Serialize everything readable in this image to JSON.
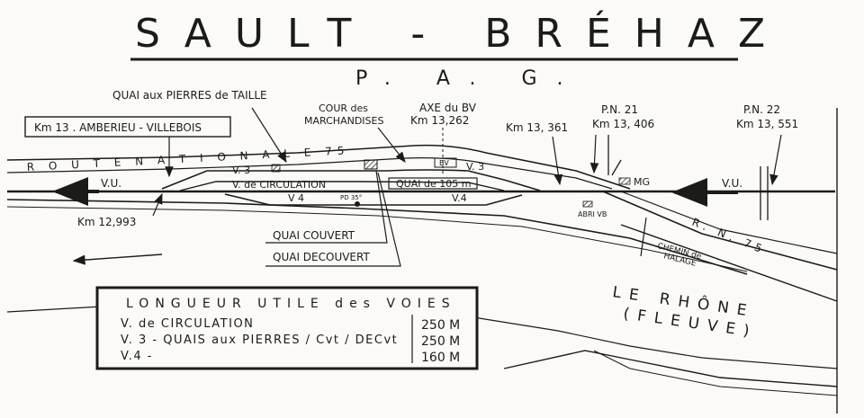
{
  "title": "SAULT - BRÉHAZ",
  "subtitle": "P. A. G.",
  "labels": {
    "quai_pierres": "QUAI aux PIERRES de TAILLE",
    "km13_amberieu": "Km 13 . AMBERIEU - VILLEBOIS",
    "cour_line1": "COUR des",
    "cour_line2": "MARCHANDISES",
    "axe_line1": "AXE du BV",
    "axe_line2": "Km 13,262",
    "km13361": "Km 13, 361",
    "pn21_line1": "P.N. 21",
    "pn21_line2": "Km 13, 406",
    "pn22_line1": "P.N. 22",
    "pn22_line2": "Km 13, 551",
    "route_nationale": "R O U T E   N A T I O N A L E   75",
    "v3_left": "V. 3",
    "v3_right": "V. 3",
    "bv": "BV",
    "vu_left": "V.U.",
    "vu_right": "V.U.",
    "v_circulation": "V. de CIRCULATION",
    "quai_105": "QUAI de 105 m",
    "v4_left": "V 4",
    "v4_right": "V.4",
    "pd": "PD 35°",
    "mg": "MG",
    "abri": "ABRI VB",
    "km12993": "Km 12,993",
    "quai_couvert": "QUAI COUVERT",
    "quai_decouvert": "QUAI DECOUVERT",
    "chemin_line1": "CHEMIN de",
    "chemin_line2": "HALAGE",
    "rn75": "R. N. 75",
    "rhone_line1": "LE RHÔNE",
    "rhone_line2": "(FLEUVE)"
  },
  "legend": {
    "title": "LONGUEUR   UTILE  des  VOIES",
    "rows": [
      {
        "label": "V. de CIRCULATION",
        "value": "250 M"
      },
      {
        "label": "V. 3 - QUAIS aux PIERRES / Cvt / DECvt",
        "value": "250 M"
      },
      {
        "label": "V.4 -",
        "value": "160 M"
      }
    ]
  },
  "colors": {
    "ink": "#1b1b1b",
    "paper": "#fbfaf6"
  }
}
